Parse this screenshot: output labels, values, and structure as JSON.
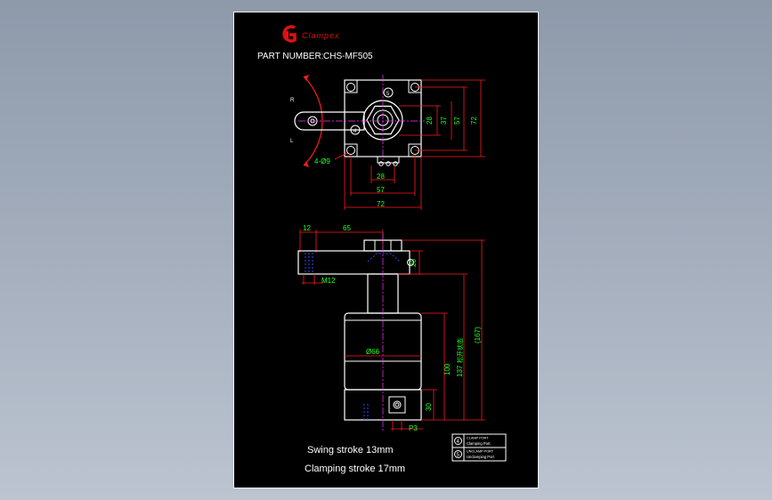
{
  "title_block": {
    "logo_text": "Clampex",
    "part_number_label": "PART NUMBER:",
    "part_number_value": "CHS-MF505"
  },
  "top_view": {
    "labels": {
      "rotation_r": "R",
      "rotation_l": "L",
      "port_5": "5",
      "port_4": "4",
      "holes": "4-Ø9",
      "v_dim_1": "28",
      "v_dim_2": "37",
      "v_dim_3": "57",
      "v_dim_4": "72",
      "h_dim_1": "28",
      "h_dim_2": "57",
      "h_dim_3": "72"
    }
  },
  "side_view": {
    "labels": {
      "top_dim_1": "12",
      "top_dim_2": "65",
      "arm_dim": "20",
      "thread": "M12",
      "body_dia": "Ø66",
      "h_100": "100",
      "h_137": "137",
      "h_137_note": "松开状态",
      "h_167": "(167)",
      "base_h": "30",
      "port_thread": "P3"
    }
  },
  "legend": {
    "rows": [
      {
        "num": "4",
        "line1": "CLAMP PORT",
        "line2": "Clamping Port"
      },
      {
        "num": "5",
        "line1": "UNCLAMP PORT",
        "line2": "Unclamping Port"
      }
    ]
  },
  "notes": {
    "swing_stroke": "Swing  stroke  13mm",
    "clamping_stroke": "Clamping  stroke  17mm"
  },
  "colors": {
    "background": "#000000",
    "outline": "#ffffff",
    "dimension": "#ff1a1a",
    "dimension_text": "#22ff22",
    "centerline": "#ff33ff",
    "hidden": "#3344ff",
    "logo": "#e01010"
  }
}
